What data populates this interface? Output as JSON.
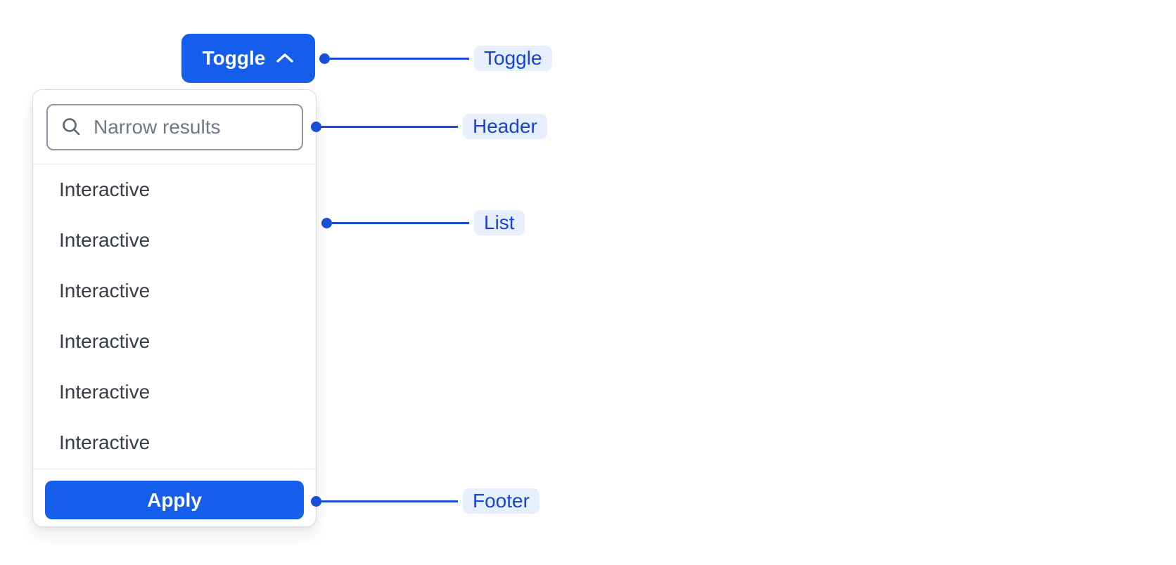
{
  "toggle": {
    "label": "Toggle",
    "chevron_icon": "chevron-up-icon"
  },
  "panel": {
    "header": {
      "search_placeholder": "Narrow results",
      "search_icon": "search-icon"
    },
    "list": {
      "items": [
        "Interactive",
        "Interactive",
        "Interactive",
        "Interactive",
        "Interactive",
        "Interactive"
      ]
    },
    "footer": {
      "apply_label": "Apply"
    }
  },
  "annotations": {
    "toggle": {
      "label": "Toggle"
    },
    "header": {
      "label": "Header"
    },
    "list": {
      "label": "List"
    },
    "footer": {
      "label": "Footer"
    }
  },
  "colors": {
    "primary_blue": "#155eec",
    "annotation_blue": "#1b4ed8",
    "annotation_text": "#1745d1",
    "annotation_pill_bg": "#e8effc",
    "panel_border": "#d8dbe0",
    "divider": "#e6e8ec",
    "search_border": "#8c94a3",
    "placeholder_text": "#6f7787",
    "item_text": "#363d49",
    "background": "#ffffff"
  }
}
